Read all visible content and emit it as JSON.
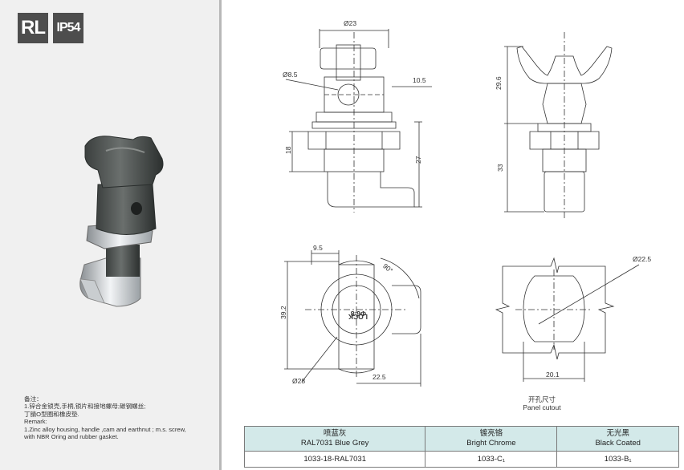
{
  "badges": {
    "model": "RL",
    "rating": "IP54"
  },
  "remarks": {
    "title": "备注：",
    "cn_line1": "1.锌合金锁壳,手柄,锁片和接地螺母;碳钢螺丝;",
    "cn_line2": "丁腈O型圈和橡皮垫.",
    "en_title": "Remark:",
    "en_line1": "1.Zinc alloy housing, handle ,cam and earthnut ; m.s. screw,",
    "en_line2": "with NBR Oring and rubber gasket."
  },
  "dimensions": {
    "d23": "Ø23",
    "d8_5": "Ø8.5",
    "w10_5": "10.5",
    "h18": "18",
    "h27": "27",
    "h29_6": "29.6",
    "h33": "33",
    "w9_5": "9.5",
    "angle90": "90°",
    "h39_2": "39.2",
    "d28": "Ø28",
    "w22_5": "22.5",
    "d22_5": "Ø22.5",
    "cut20_1": "20.1"
  },
  "face_text": {
    "lock": "LOCK",
    "size": "Φ6-8"
  },
  "panel_cutout": {
    "cn": "开孔尺寸",
    "en": "Panel cutout"
  },
  "finish_table": {
    "columns": [
      {
        "cn": "喷蓝灰",
        "en": "RAL7031 Blue Grey",
        "code": "1033-18-RAL7031"
      },
      {
        "cn": "镀亮铬",
        "en": "Bright Chrome",
        "code": "1033-C₁"
      },
      {
        "cn": "无光黑",
        "en": "Black Coated",
        "code": "1033-B₁"
      }
    ]
  }
}
